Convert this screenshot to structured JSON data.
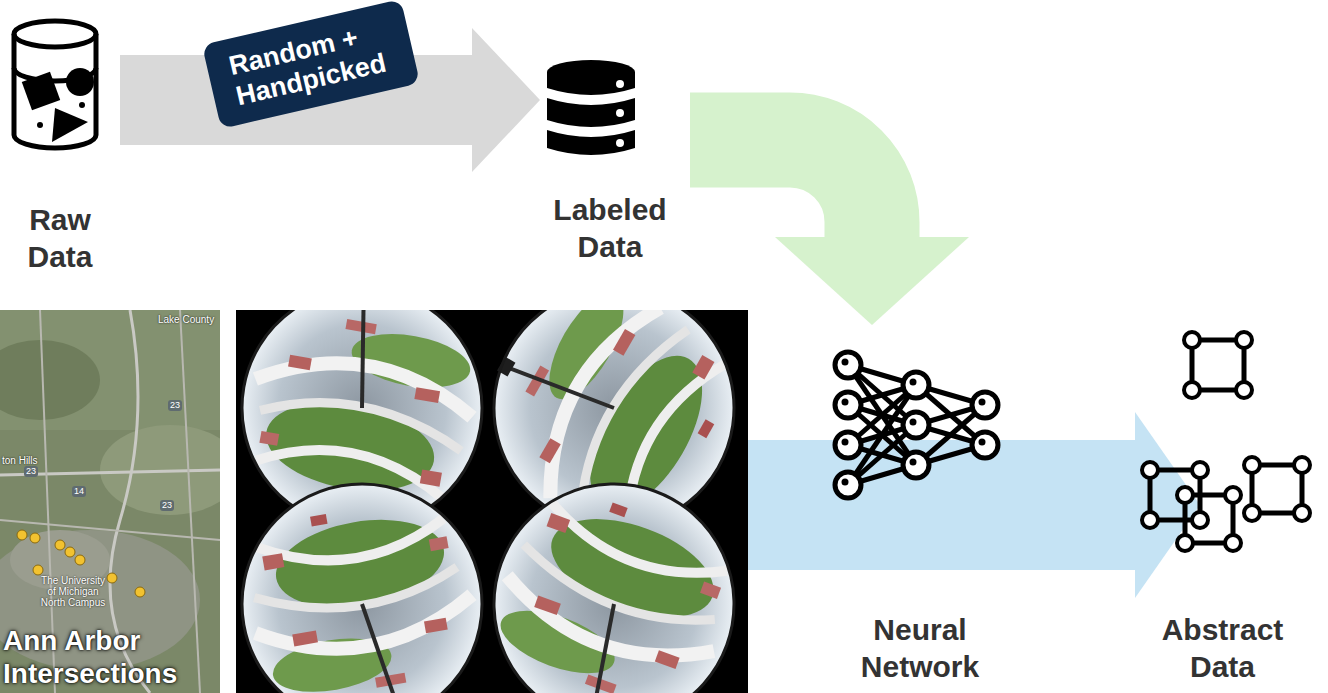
{
  "diagram": {
    "nodes": [
      {
        "text": [
          "Raw Data"
        ]
      },
      {
        "text": [
          "Labeled Data"
        ]
      },
      {
        "text": [
          "Ann Arbor Intersections"
        ]
      },
      {
        "text": [
          "Neural Network"
        ]
      },
      {
        "text": [
          "Abstract Data"
        ]
      }
    ],
    "edges": [
      {
        "from": 0,
        "to": 1,
        "label": "Random + Handpicked",
        "arrow": "to"
      },
      {
        "from": 1,
        "to": 3,
        "arrow": "to"
      },
      {
        "from": 2,
        "to": 4,
        "arrow": "to"
      }
    ],
    "labels": [
      "Lake County",
      "ton Hills",
      "23",
      "14",
      "23",
      "23",
      "The University of Michigan North Campus"
    ]
  }
}
